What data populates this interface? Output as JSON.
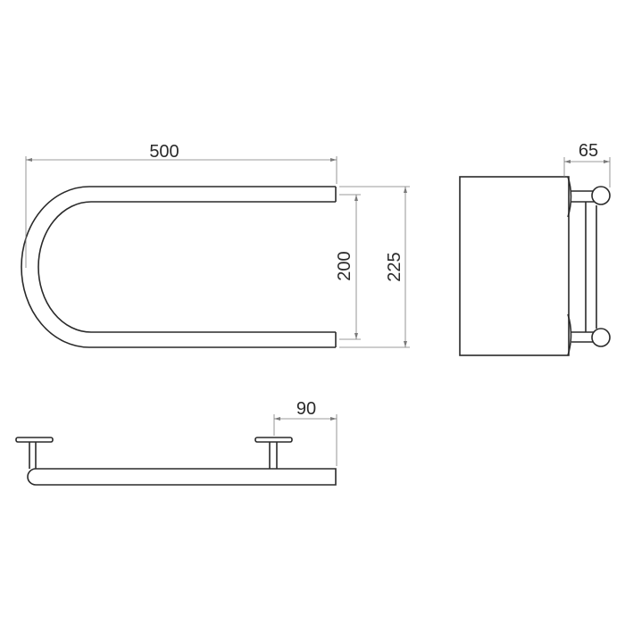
{
  "dimensions": {
    "width": "500",
    "inner_height": "200",
    "outer_height": "225",
    "depth": "65",
    "mount_offset": "90"
  },
  "colors": {
    "line": "#2a2a2a",
    "dimension_line": "#7a7a7a",
    "background": "#ffffff"
  }
}
